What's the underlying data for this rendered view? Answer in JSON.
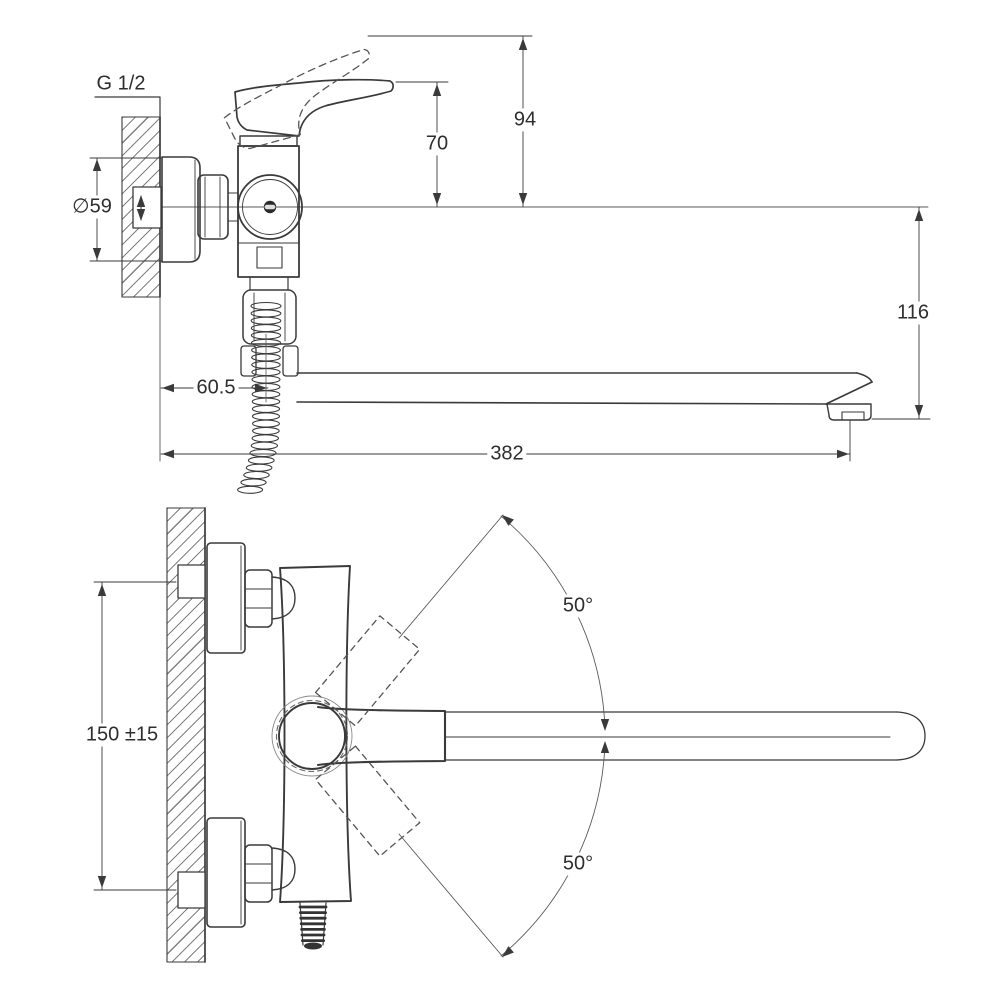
{
  "meta": {
    "ink_color": "#3a3a3a",
    "thin_line_color": "#5a5a5a",
    "background_color": "#ffffff",
    "drawing_type": "wall-mounted bath mixer faucet dimensional drawing, side view (top) and front view (bottom)"
  },
  "labels": {
    "thread_size": "G 1/2",
    "escutcheon_diameter": "∅59",
    "handle_raised_height": "94",
    "handle_height": "70",
    "spout_outlet_drop": "116",
    "hose_axis_offset": "60.5",
    "spout_reach": "382",
    "supply_centers_spacing": "150 ±15",
    "swivel_angle_up": "50°",
    "swivel_angle_down": "50°"
  }
}
